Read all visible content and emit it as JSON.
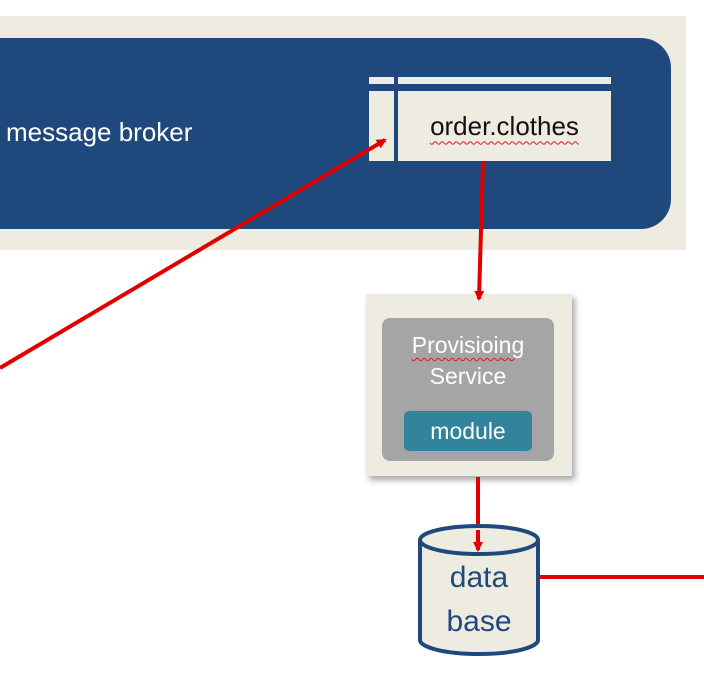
{
  "broker": {
    "label": "message broker"
  },
  "queue": {
    "label": "order.clothes"
  },
  "service": {
    "name_line1": "Provisioing",
    "name_line2": "Service",
    "module_label": "module"
  },
  "database": {
    "line1": "data",
    "line2": "base"
  },
  "colors": {
    "broker_fill": "#1f497d",
    "panel_fill": "#eeece1",
    "arrow": "#e00000",
    "module_fill": "#31849b",
    "service_fill": "#a5a5a5"
  }
}
